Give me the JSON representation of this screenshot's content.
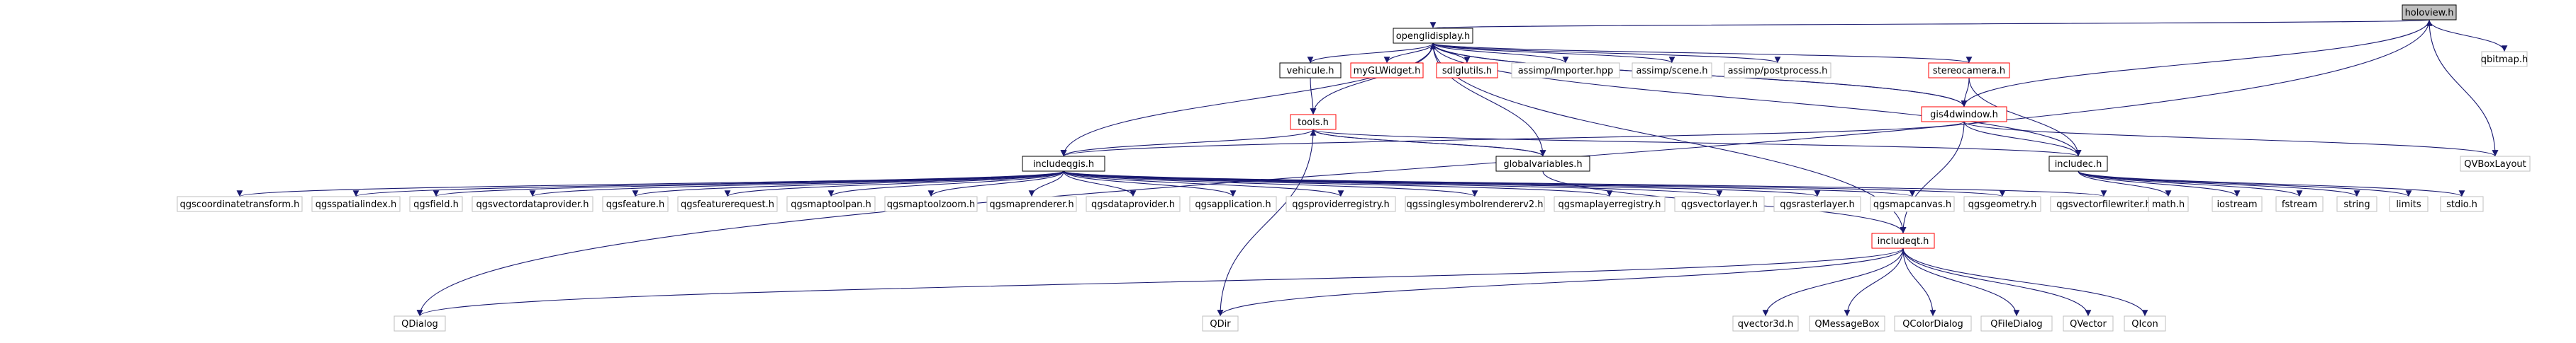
{
  "colors": {
    "edge": "#191970",
    "border_default": "#bfbfbf",
    "border_linked": "#000000",
    "border_undocumented": "#ff0000",
    "root_fill": "#bfbfbf",
    "node_fill": "#ffffff"
  },
  "nodes": [
    {
      "id": "holoview_h",
      "label": "holoview.h",
      "style": "root"
    },
    {
      "id": "openglidisplay_h",
      "label": "openglidisplay.h",
      "style": "linked"
    },
    {
      "id": "qbitmap_h",
      "label": "qbitmap.h",
      "style": "plain"
    },
    {
      "id": "vehicule_h",
      "label": "vehicule.h",
      "style": "linked"
    },
    {
      "id": "myglwidget_h",
      "label": "myGLWidget.h",
      "style": "red"
    },
    {
      "id": "sdlglutils_h",
      "label": "sdlglutils.h",
      "style": "red"
    },
    {
      "id": "assimp_importer_hpp",
      "label": "assimp/Importer.hpp",
      "style": "plain"
    },
    {
      "id": "assimp_scene_h",
      "label": "assimp/scene.h",
      "style": "plain"
    },
    {
      "id": "assimp_postprocess_h",
      "label": "assimp/postprocess.h",
      "style": "plain"
    },
    {
      "id": "stereocamera_h",
      "label": "stereocamera.h",
      "style": "red"
    },
    {
      "id": "tools_h",
      "label": "tools.h",
      "style": "red"
    },
    {
      "id": "gis4dwindow_h",
      "label": "gis4dwindow.h",
      "style": "red"
    },
    {
      "id": "includeqgis_h",
      "label": "includeqgis.h",
      "style": "linked"
    },
    {
      "id": "globalvariables_h",
      "label": "globalvariables.h",
      "style": "linked"
    },
    {
      "id": "includec_h",
      "label": "includec.h",
      "style": "linked"
    },
    {
      "id": "qvboxlayout",
      "label": "QVBoxLayout",
      "style": "plain"
    },
    {
      "id": "qgscoordinatetransform_h",
      "label": "qgscoordinatetransform.h",
      "style": "plain"
    },
    {
      "id": "qgsspatialindex_h",
      "label": "qgsspatialindex.h",
      "style": "plain"
    },
    {
      "id": "qgsfield_h",
      "label": "qgsfield.h",
      "style": "plain"
    },
    {
      "id": "qgsvectordataprovider_h",
      "label": "qgsvectordataprovider.h",
      "style": "plain"
    },
    {
      "id": "qgsfeature_h",
      "label": "qgsfeature.h",
      "style": "plain"
    },
    {
      "id": "qgsfeaturerequest_h",
      "label": "qgsfeaturerequest.h",
      "style": "plain"
    },
    {
      "id": "qgsmaptoolpan_h",
      "label": "qgsmaptoolpan.h",
      "style": "plain"
    },
    {
      "id": "qgsmaptoolzoom_h",
      "label": "qgsmaptoolzoom.h",
      "style": "plain"
    },
    {
      "id": "qgsmaprenderer_h",
      "label": "qgsmaprenderer.h",
      "style": "plain"
    },
    {
      "id": "qgsdataprovider_h",
      "label": "qgsdataprovider.h",
      "style": "plain"
    },
    {
      "id": "qgsapplication_h",
      "label": "qgsapplication.h",
      "style": "plain"
    },
    {
      "id": "qgsproviderregistry_h",
      "label": "qgsproviderregistry.h",
      "style": "plain"
    },
    {
      "id": "qgssinglesymbolrendererv2_h",
      "label": "qgssinglesymbolrendererv2.h",
      "style": "plain"
    },
    {
      "id": "qgsmaplayerregistry_h",
      "label": "qgsmaplayerregistry.h",
      "style": "plain"
    },
    {
      "id": "qgsvectorlayer_h",
      "label": "qgsvectorlayer.h",
      "style": "plain"
    },
    {
      "id": "qgsrasterlayer_h",
      "label": "qgsrasterlayer.h",
      "style": "plain"
    },
    {
      "id": "qgsmapcanvas_h",
      "label": "qgsmapcanvas.h",
      "style": "plain"
    },
    {
      "id": "qgsgeometry_h",
      "label": "qgsgeometry.h",
      "style": "plain"
    },
    {
      "id": "qgsvectorfilewriter_h",
      "label": "qgsvectorfilewriter.h",
      "style": "plain"
    },
    {
      "id": "includeqt_h",
      "label": "includeqt.h",
      "style": "red"
    },
    {
      "id": "math_h",
      "label": "math.h",
      "style": "plain"
    },
    {
      "id": "iostream",
      "label": "iostream",
      "style": "plain"
    },
    {
      "id": "fstream",
      "label": "fstream",
      "style": "plain"
    },
    {
      "id": "string",
      "label": "string",
      "style": "plain"
    },
    {
      "id": "limits",
      "label": "limits",
      "style": "plain"
    },
    {
      "id": "stdio_h",
      "label": "stdio.h",
      "style": "plain"
    },
    {
      "id": "qdialog",
      "label": "QDialog",
      "style": "plain"
    },
    {
      "id": "qdir",
      "label": "QDir",
      "style": "plain"
    },
    {
      "id": "qvector3d_h",
      "label": "qvector3d.h",
      "style": "plain"
    },
    {
      "id": "qmessagebox",
      "label": "QMessageBox",
      "style": "plain"
    },
    {
      "id": "qcolordialog",
      "label": "QColorDialog",
      "style": "plain"
    },
    {
      "id": "qfiledialog",
      "label": "QFileDialog",
      "style": "plain"
    },
    {
      "id": "qvector",
      "label": "QVector",
      "style": "plain"
    },
    {
      "id": "qicon",
      "label": "QIcon",
      "style": "plain"
    }
  ],
  "edges": [
    [
      "holoview_h",
      "openglidisplay_h"
    ],
    [
      "holoview_h",
      "qbitmap_h"
    ],
    [
      "holoview_h",
      "qvboxlayout"
    ],
    [
      "holoview_h",
      "qdialog"
    ],
    [
      "openglidisplay_h",
      "vehicule_h"
    ],
    [
      "openglidisplay_h",
      "myglwidget_h"
    ],
    [
      "openglidisplay_h",
      "sdlglutils_h"
    ],
    [
      "openglidisplay_h",
      "assimp_importer_hpp"
    ],
    [
      "openglidisplay_h",
      "assimp_scene_h"
    ],
    [
      "openglidisplay_h",
      "assimp_postprocess_h"
    ],
    [
      "openglidisplay_h",
      "stereocamera_h"
    ],
    [
      "openglidisplay_h",
      "gis4dwindow_h"
    ],
    [
      "openglidisplay_h",
      "tools_h"
    ],
    [
      "openglidisplay_h",
      "includeqgis_h"
    ],
    [
      "openglidisplay_h",
      "globalvariables_h"
    ],
    [
      "openglidisplay_h",
      "includec_h"
    ],
    [
      "openglidisplay_h",
      "includeqt_h"
    ],
    [
      "vehicule_h",
      "tools_h"
    ],
    [
      "stereocamera_h",
      "gis4dwindow_h"
    ],
    [
      "stereocamera_h",
      "includec_h"
    ],
    [
      "gis4dwindow_h",
      "openglidisplay_h"
    ],
    [
      "gis4dwindow_h",
      "holoview_h"
    ],
    [
      "gis4dwindow_h",
      "includeqgis_h"
    ],
    [
      "gis4dwindow_h",
      "includec_h"
    ],
    [
      "gis4dwindow_h",
      "includeqt_h"
    ],
    [
      "gis4dwindow_h",
      "qvboxlayout"
    ],
    [
      "tools_h",
      "includeqgis_h"
    ],
    [
      "tools_h",
      "globalvariables_h"
    ],
    [
      "tools_h",
      "includec_h"
    ],
    [
      "tools_h",
      "qdir"
    ],
    [
      "globalvariables_h",
      "tools_h"
    ],
    [
      "globalvariables_h",
      "includeqt_h"
    ],
    [
      "includeqgis_h",
      "qgscoordinatetransform_h"
    ],
    [
      "includeqgis_h",
      "qgsspatialindex_h"
    ],
    [
      "includeqgis_h",
      "qgsfield_h"
    ],
    [
      "includeqgis_h",
      "qgsvectordataprovider_h"
    ],
    [
      "includeqgis_h",
      "qgsfeature_h"
    ],
    [
      "includeqgis_h",
      "qgsfeaturerequest_h"
    ],
    [
      "includeqgis_h",
      "qgsmaptoolpan_h"
    ],
    [
      "includeqgis_h",
      "qgsmaptoolzoom_h"
    ],
    [
      "includeqgis_h",
      "qgsmaprenderer_h"
    ],
    [
      "includeqgis_h",
      "qgsdataprovider_h"
    ],
    [
      "includeqgis_h",
      "qgsapplication_h"
    ],
    [
      "includeqgis_h",
      "qgsproviderregistry_h"
    ],
    [
      "includeqgis_h",
      "qgssinglesymbolrendererv2_h"
    ],
    [
      "includeqgis_h",
      "qgsmaplayerregistry_h"
    ],
    [
      "includeqgis_h",
      "qgsvectorlayer_h"
    ],
    [
      "includeqgis_h",
      "qgsrasterlayer_h"
    ],
    [
      "includeqgis_h",
      "qgsmapcanvas_h"
    ],
    [
      "includeqgis_h",
      "qgsgeometry_h"
    ],
    [
      "includeqgis_h",
      "qgsvectorfilewriter_h"
    ],
    [
      "includec_h",
      "math_h"
    ],
    [
      "includec_h",
      "iostream"
    ],
    [
      "includec_h",
      "fstream"
    ],
    [
      "includec_h",
      "string"
    ],
    [
      "includec_h",
      "limits"
    ],
    [
      "includec_h",
      "stdio_h"
    ],
    [
      "includeqt_h",
      "qdialog"
    ],
    [
      "includeqt_h",
      "qdir"
    ],
    [
      "includeqt_h",
      "qvector3d_h"
    ],
    [
      "includeqt_h",
      "qmessagebox"
    ],
    [
      "includeqt_h",
      "qcolordialog"
    ],
    [
      "includeqt_h",
      "qfiledialog"
    ],
    [
      "includeqt_h",
      "qvector"
    ],
    [
      "includeqt_h",
      "qicon"
    ]
  ]
}
